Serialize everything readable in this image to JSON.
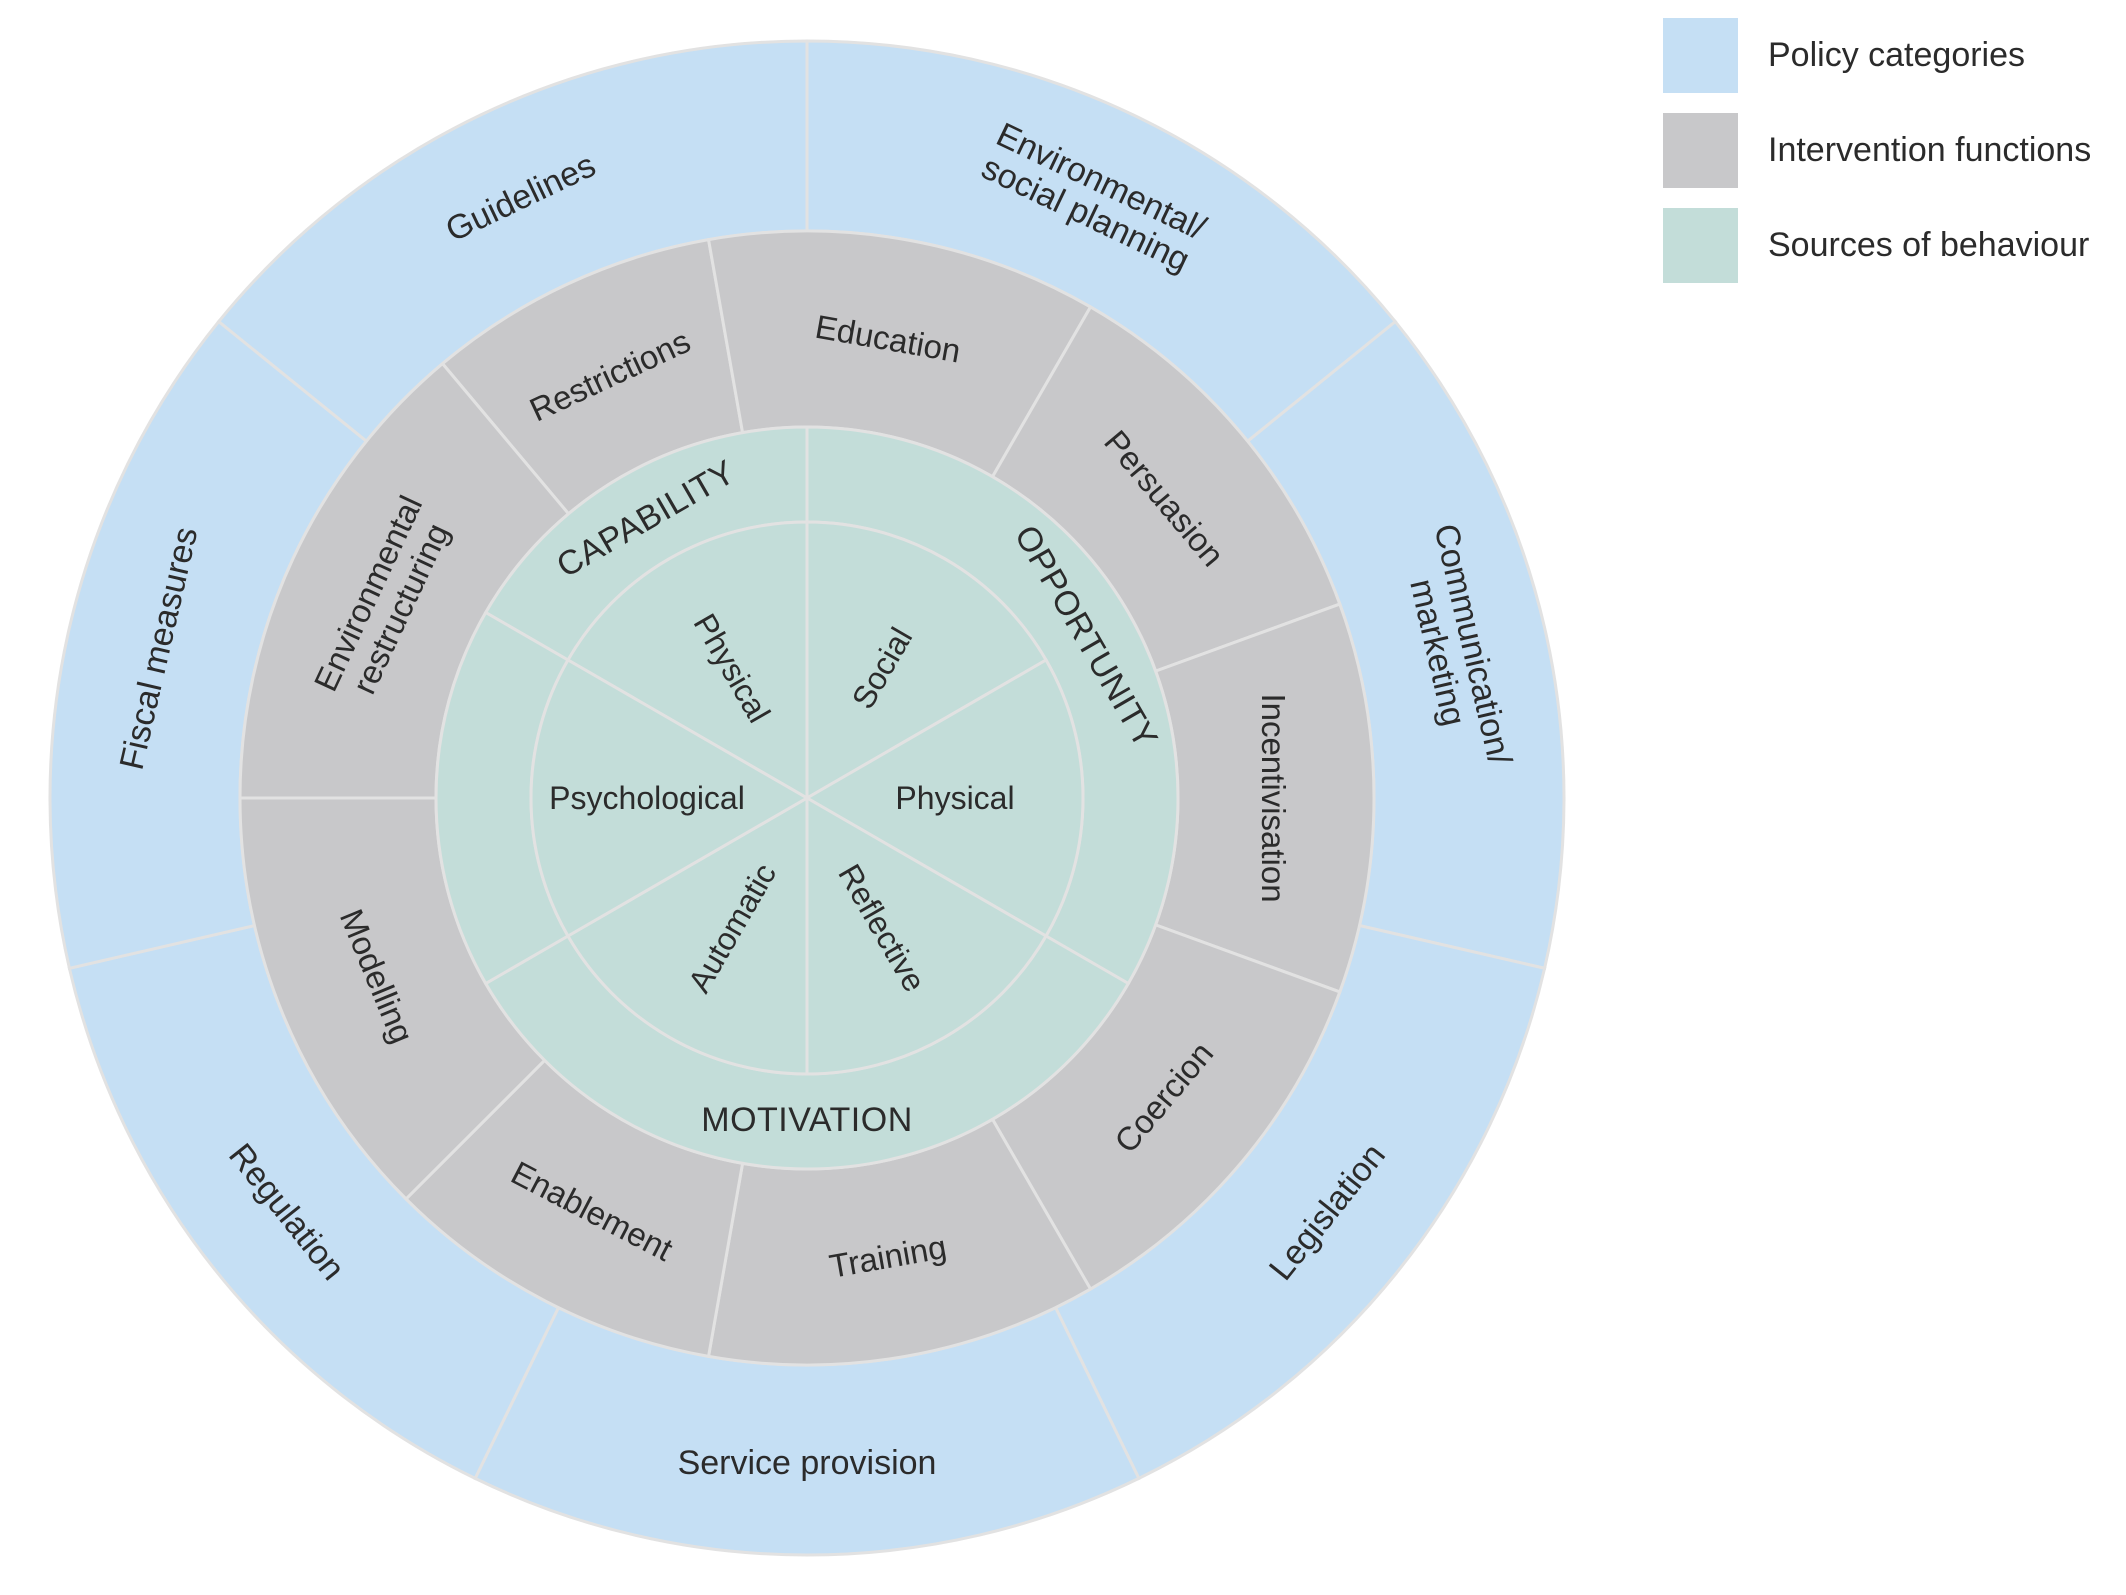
{
  "colors": {
    "policy": "#c5dff4",
    "intervention": "#c8c8ca",
    "source": "#c3ddd9",
    "divider": "#e2e2e2",
    "text": "#2b2b2b"
  },
  "legend": [
    {
      "label": "Policy categories",
      "color": "#c5dff4"
    },
    {
      "label": "Intervention functions",
      "color": "#c8c8ca"
    },
    {
      "label": "Sources of behaviour",
      "color": "#c3ddd9"
    }
  ],
  "policy_categories": [
    {
      "lines": [
        "Guidelines"
      ]
    },
    {
      "lines": [
        "Environmental/",
        "social planning"
      ]
    },
    {
      "lines": [
        "Communication/",
        "marketing"
      ]
    },
    {
      "lines": [
        "Legislation"
      ]
    },
    {
      "lines": [
        "Service provision"
      ]
    },
    {
      "lines": [
        "Regulation"
      ]
    },
    {
      "lines": [
        "Fiscal measures"
      ]
    }
  ],
  "intervention_functions": [
    {
      "lines": [
        "Restrictions"
      ]
    },
    {
      "lines": [
        "Education"
      ]
    },
    {
      "lines": [
        "Persuasion"
      ]
    },
    {
      "lines": [
        "Incentivisation"
      ]
    },
    {
      "lines": [
        "Coercion"
      ]
    },
    {
      "lines": [
        "Training"
      ]
    },
    {
      "lines": [
        "Enablement"
      ]
    },
    {
      "lines": [
        "Modelling"
      ]
    },
    {
      "lines": [
        "Environmental",
        "restructuring"
      ]
    }
  ],
  "behaviour_components": [
    {
      "label": "CAPABILITY"
    },
    {
      "label": "OPPORTUNITY"
    },
    {
      "label": "MOTIVATION"
    }
  ],
  "behaviour_sub_components": [
    {
      "label": "Physical"
    },
    {
      "label": "Social"
    },
    {
      "label": "Physical"
    },
    {
      "label": "Reflective"
    },
    {
      "label": "Automatic"
    },
    {
      "label": "Psychological"
    }
  ]
}
